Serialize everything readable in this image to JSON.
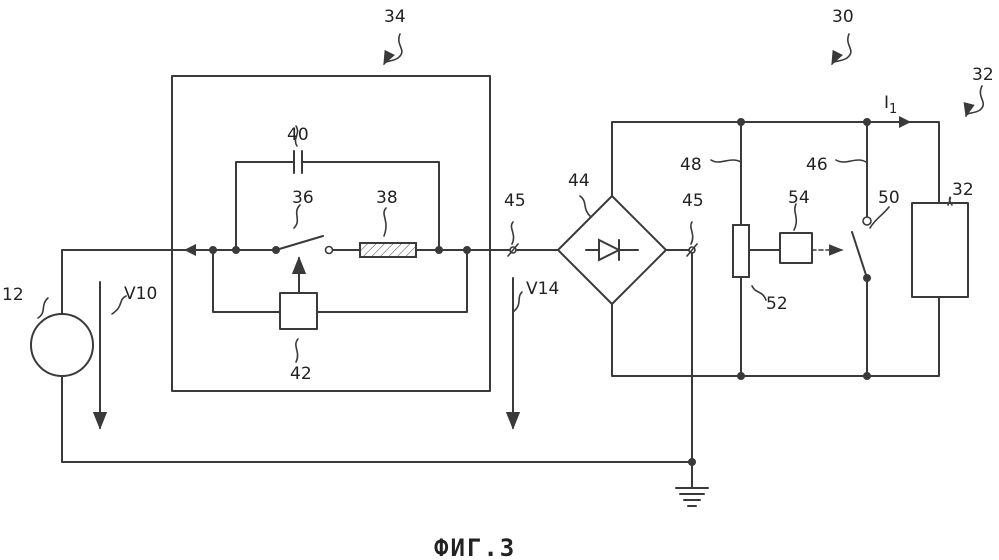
{
  "figure": {
    "caption": "ФИГ.3"
  },
  "labels": {
    "ref_12": "12",
    "ref_V10": "V10",
    "ref_34": "34",
    "ref_40": "40",
    "ref_36": "36",
    "ref_38": "38",
    "ref_42": "42",
    "ref_45_left": "45",
    "ref_V14": "V14",
    "ref_44": "44",
    "ref_45_right": "45",
    "ref_30": "30",
    "ref_48": "48",
    "ref_46": "46",
    "ref_I1_base": "I",
    "ref_I1_sub": "1",
    "ref_54": "54",
    "ref_50": "50",
    "ref_52": "52",
    "ref_32_arrow": "32",
    "ref_32_load": "32"
  }
}
